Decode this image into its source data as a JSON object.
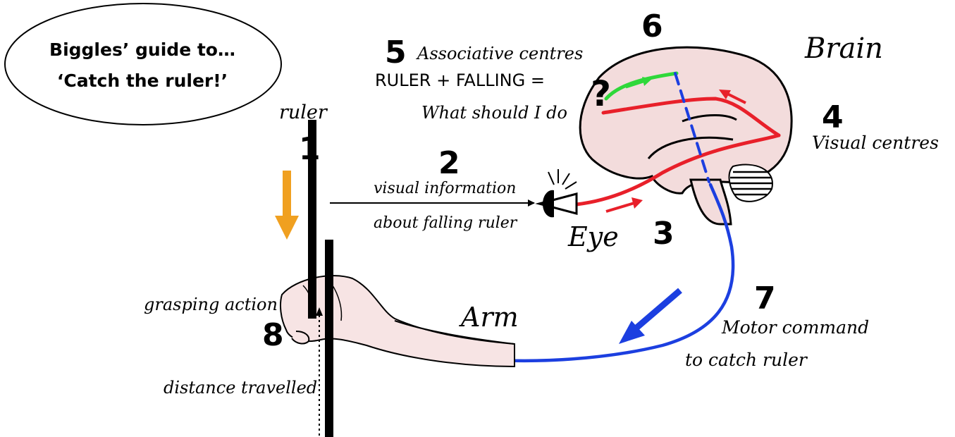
{
  "title": {
    "line1": "Biggles’ guide to…",
    "line2": "‘Catch the ruler!’"
  },
  "labels": {
    "ruler": "ruler",
    "brain": "Brain",
    "eye": "Eye",
    "arm": "Arm",
    "associative_centres": "Associative centres",
    "ruler_falling": "RULER + FALLING =",
    "question_mark": "?",
    "what_should_i_do": "What should I do",
    "visual_centres": "Visual centres",
    "visual_information": "visual information",
    "about_falling_ruler": "about falling ruler",
    "motor_command": "Motor command",
    "to_catch_ruler": "to catch ruler",
    "grasping_action": "grasping action",
    "distance_travelled": "distance travelled"
  },
  "steps": [
    "1",
    "2",
    "3",
    "4",
    "5",
    "6",
    "7",
    "8"
  ],
  "colors": {
    "brain_fill": "#f3dcdc",
    "visual_path": "#e8202a",
    "associative_path": "#2fd83a",
    "motor_path": "#1c3fe0",
    "fall_arrow": "#f0a020",
    "skin": "#f7e4e4",
    "outline": "#000000"
  },
  "icons": [
    "eye-icon",
    "brain-illustration",
    "arm-illustration",
    "ruler-icon"
  ]
}
